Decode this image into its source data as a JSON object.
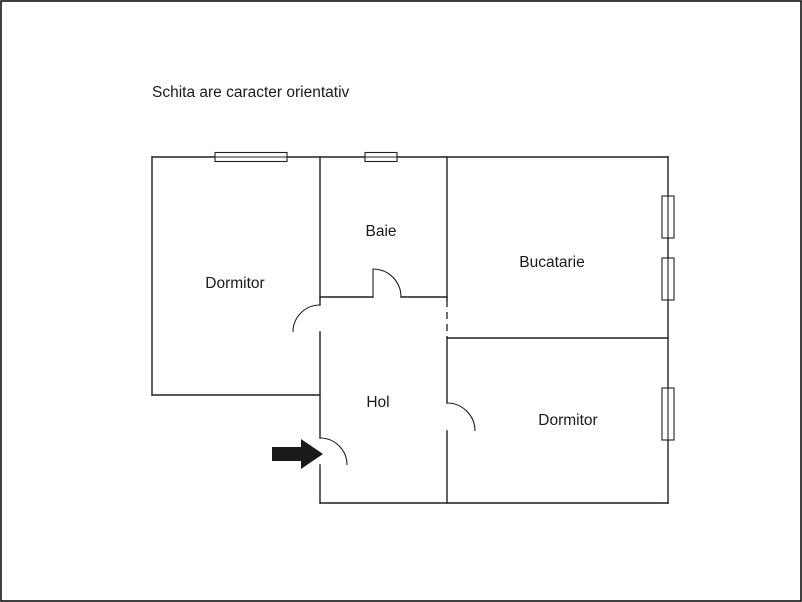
{
  "page": {
    "background": "#ffffff",
    "line_color": "#231f20",
    "text_color": "#1a1a1a"
  },
  "disclaimer": "Schita are caracter orientativ",
  "floor_plan": {
    "rooms": [
      {
        "id": "dormitor-left",
        "label": "Dormitor"
      },
      {
        "id": "baie",
        "label": "Baie"
      },
      {
        "id": "bucatarie",
        "label": "Bucatarie"
      },
      {
        "id": "hol",
        "label": "Hol"
      },
      {
        "id": "dormitor-right",
        "label": "Dormitor"
      }
    ],
    "icons": {
      "entrance": "arrow-right-icon",
      "window": "window-icon",
      "door": "door-swing-icon"
    }
  }
}
